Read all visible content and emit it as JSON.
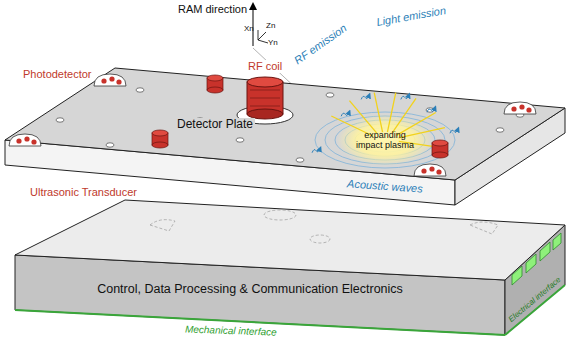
{
  "diagram": {
    "nodes": [
      {
        "text": [
          "Detector Plate"
        ]
      },
      {
        "text": [
          "expanding impact plasma"
        ],
        "in": 0
      },
      {
        "text": [
          "Control, Data Processing & Communication Electronics"
        ]
      }
    ],
    "labels": [
      "RAM direction",
      "Xn",
      "Zn",
      "Yn",
      "RF emission",
      "Light emission",
      "Photodetector",
      "RF coil",
      "Acoustic waves",
      "Ultrasonic Transducer",
      "Mechanical interface",
      "Electrical interface"
    ]
  }
}
